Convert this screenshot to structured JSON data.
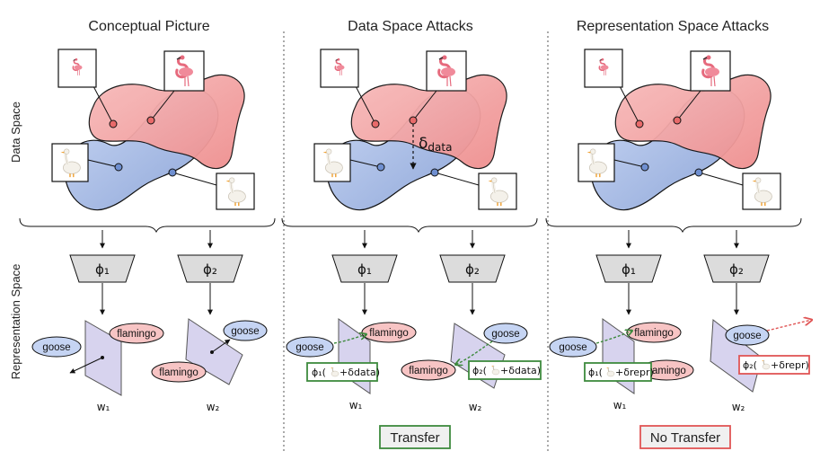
{
  "titles": {
    "conceptual": "Conceptual Picture",
    "data_space_attacks": "Data Space Attacks",
    "representation_space_attacks": "Representation Space Attacks"
  },
  "side_labels": {
    "data_space": "Data Space",
    "representation_space": "Representation Space"
  },
  "encoders": {
    "phi1": "ϕ₁",
    "phi2": "ϕ₂"
  },
  "class_labels": {
    "goose": "goose",
    "flamingo": "flamingo"
  },
  "classifiers": {
    "w1": "w₁",
    "w2": "w₂"
  },
  "perturbation": {
    "delta_data": "δ",
    "delta_sub": "data"
  },
  "formulas": {
    "data_phi1_prefix": "ϕ₁(",
    "data_phi1_suffix": "+δdata)",
    "data_phi2_prefix": "ϕ₂(",
    "data_phi2_suffix": "+δdata)",
    "repr_phi1_prefix": "ϕ₁(",
    "repr_phi1_suffix": "+δrepr)",
    "repr_phi2_prefix": "ϕ₂(",
    "repr_phi2_suffix": "+δrepr)"
  },
  "results": {
    "transfer": "Transfer",
    "no_transfer": "No Transfer"
  },
  "colors": {
    "red_manifold": "#f3a3a3",
    "blue_manifold": "#a9bfe8",
    "goose_bubble": "#c5d4f3",
    "flamingo_bubble": "#f7c4c4",
    "plane_fill": "#d7d3ee",
    "green": "#3e8a3e",
    "red": "#e05555"
  },
  "icons": {
    "flamingo": "flamingo-icon",
    "goose": "goose-icon"
  }
}
